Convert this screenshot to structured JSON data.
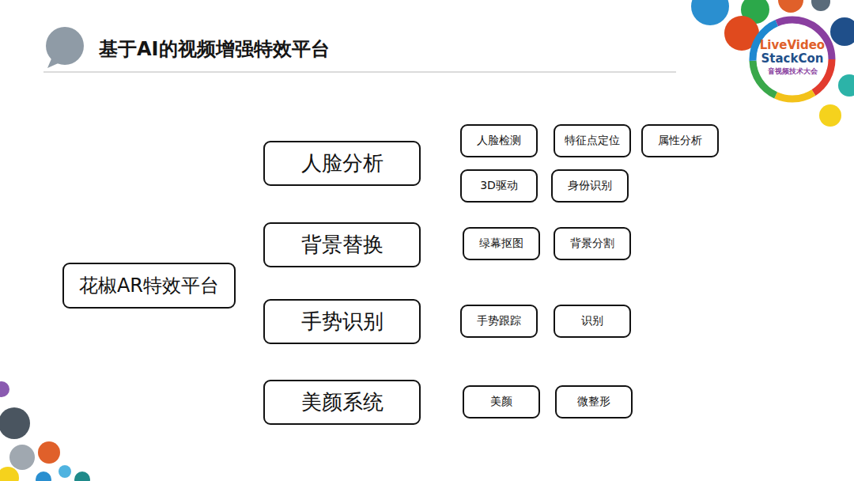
{
  "diagram": {
    "title": "基于AI的视频增强特效平台",
    "nodes": [
      {
        "text": [
          "花椒AR特效平台"
        ]
      },
      {
        "text": [
          "人脸分析"
        ]
      },
      {
        "text": [
          "人脸检测"
        ]
      },
      {
        "text": [
          "特征点定位"
        ]
      },
      {
        "text": [
          "属性分析"
        ]
      },
      {
        "text": [
          "3D驱动"
        ]
      },
      {
        "text": [
          "身份识别"
        ]
      },
      {
        "text": [
          "背景替换"
        ]
      },
      {
        "text": [
          "绿幕抠图"
        ]
      },
      {
        "text": [
          "背景分割"
        ]
      },
      {
        "text": [
          "手势识别"
        ]
      },
      {
        "text": [
          "手势跟踪"
        ]
      },
      {
        "text": [
          "识别"
        ]
      },
      {
        "text": [
          "美颜系统"
        ]
      },
      {
        "text": [
          "美颜"
        ]
      },
      {
        "text": [
          "微整形"
        ]
      }
    ],
    "labels": [
      "LiveVideo",
      "StackCon",
      "音视频技术大会"
    ]
  }
}
